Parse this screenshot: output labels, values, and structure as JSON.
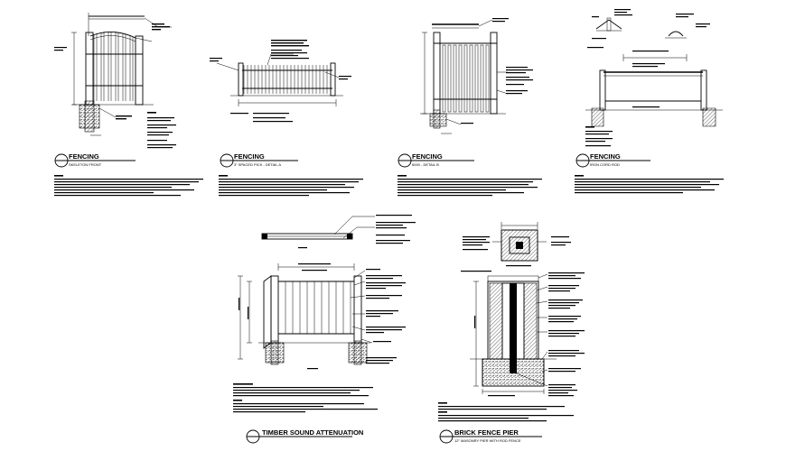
{
  "details": [
    {
      "title": "FENCING",
      "subtitle": "SKELETON FRONT"
    },
    {
      "title": "FENCING",
      "subtitle": "3\" SPACED PICK - DETAIL A"
    },
    {
      "title": "FENCING",
      "subtitle": "6000 - DETAIL B"
    },
    {
      "title": "FENCING",
      "subtitle": "IRON CORD ROD"
    },
    {
      "title": "TIMBER SOUND ATTENUATION",
      "subtitle": ""
    },
    {
      "title": "BRICK FENCE PIER",
      "subtitle": "12\" MASONRY PIER WITH ROD FENCE"
    }
  ]
}
